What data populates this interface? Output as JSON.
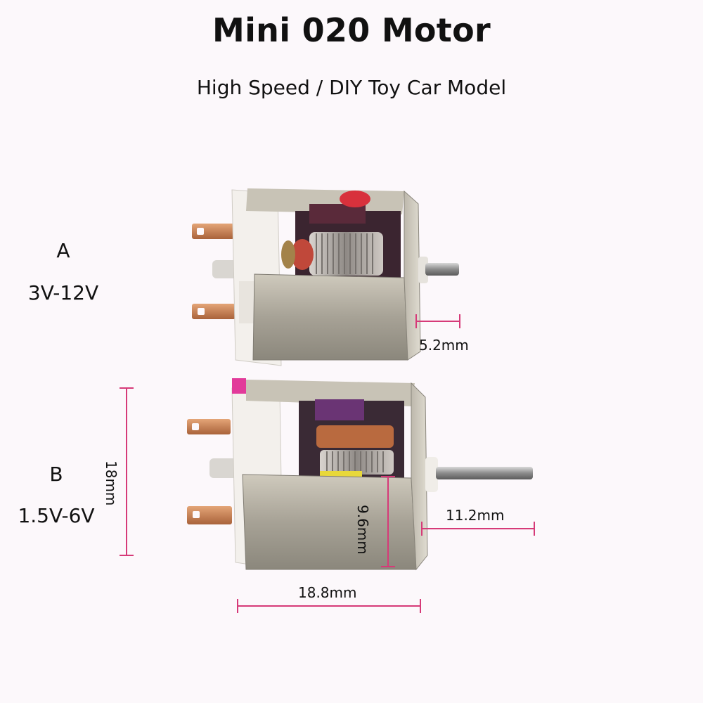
{
  "header": {
    "title": "Mini 020 Motor",
    "subtitle": "High Speed / DIY Toy Car Model"
  },
  "variants": [
    {
      "letter": "A",
      "voltage": "3V-12V"
    },
    {
      "letter": "B",
      "voltage": "1.5V-6V"
    }
  ],
  "dimensions": {
    "shaft_a": "5.2mm",
    "height": "18mm",
    "width_b": "9.6mm",
    "shaft_b": "11.2mm",
    "length": "18.8mm"
  },
  "colors": {
    "dimension_line": "#d63a78",
    "motor_can": "#a9a59c",
    "end_cap": "#f2efea",
    "copper_terminal": "#c9824f"
  }
}
